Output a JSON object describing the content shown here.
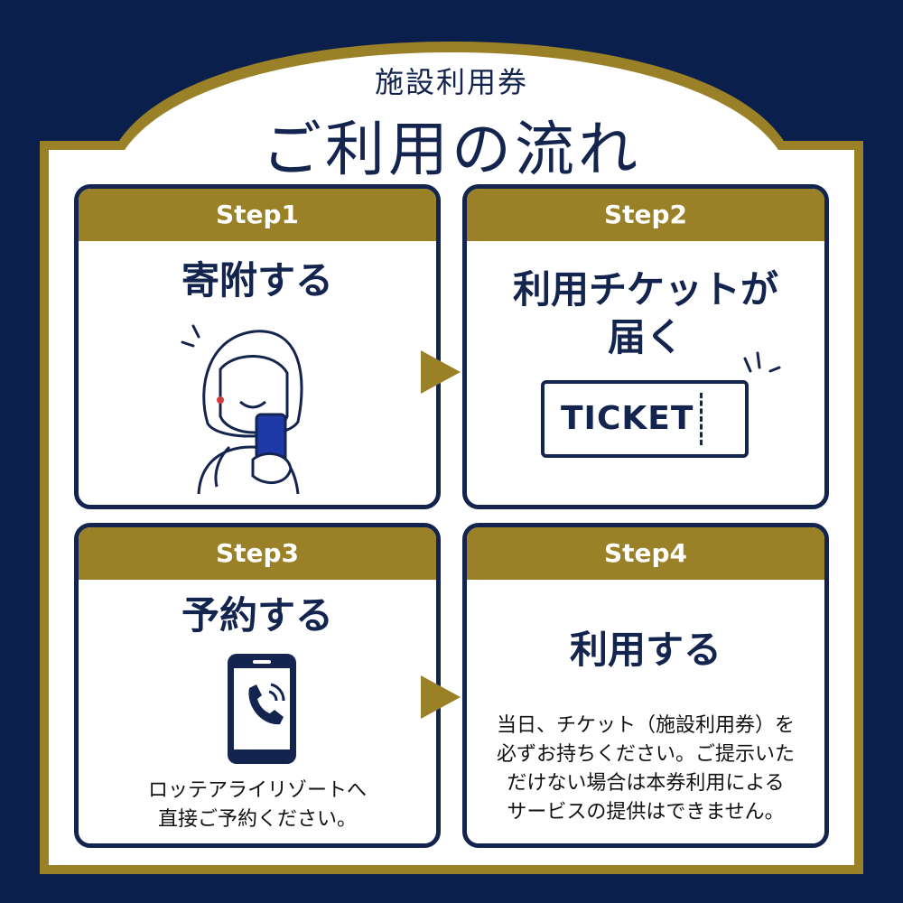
{
  "header": {
    "subtitle": "施設利用券",
    "title": "ご利用の流れ"
  },
  "colors": {
    "navy": "#0b1f4d",
    "gold": "#9a8128",
    "white": "#ffffff"
  },
  "steps": [
    {
      "label": "Step1",
      "heading": "寄附する",
      "icon": "woman-with-phone-icon"
    },
    {
      "label": "Step2",
      "heading_lines": [
        "利用チケットが",
        "届く"
      ],
      "ticket_text": "TICKET",
      "icon": "ticket-icon"
    },
    {
      "label": "Step3",
      "heading": "予約する",
      "icon": "phone-call-icon",
      "note_lines": [
        "ロッテアライリゾートへ",
        "直接ご予約ください。"
      ]
    },
    {
      "label": "Step4",
      "heading": "利用する",
      "note_lines": [
        "当日、チケット（施設利用券）を",
        "必ずお持ちください。ご提示いた",
        "だけない場合は本券利用による",
        "サービスの提供はできません。"
      ]
    }
  ]
}
